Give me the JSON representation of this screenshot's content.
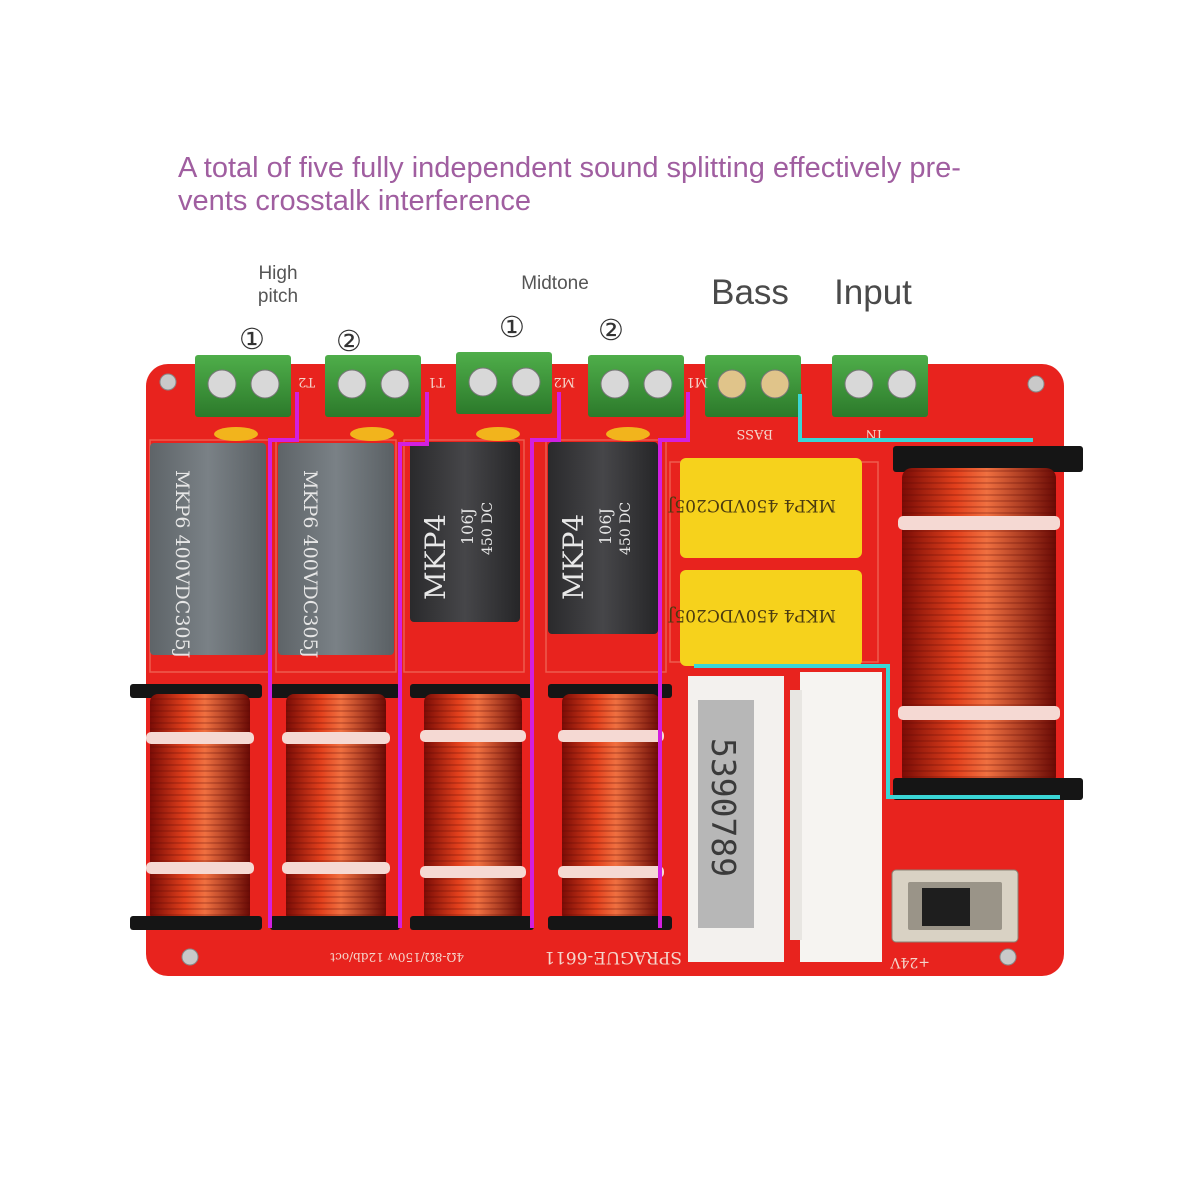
{
  "headline": {
    "line1": "A total of five fully independent sound splitting effectively pre-",
    "line2": "vents crosstalk interference"
  },
  "labels": {
    "high_pitch_line1": "High",
    "high_pitch_line2": "pitch",
    "midtone": "Midtone",
    "bass": "Bass",
    "input": "Input"
  },
  "markers": {
    "high_1": "①",
    "high_2": "②",
    "mid_1": "①",
    "mid_2": "②"
  },
  "board": {
    "color": "#e8231e",
    "model": "SPRAGUE-6611",
    "spec": "4Ω-8Ω/150w 12db/oct",
    "terminal_labels": [
      "T2",
      "T1",
      "M2",
      "M1",
      "BASS",
      "IN"
    ],
    "switch_label": "+24V"
  },
  "components": {
    "grey_caps": [
      "MKP6 400VDC305J",
      "MKP6 400VDC305J"
    ],
    "black_caps": [
      {
        "brand": "MKP4",
        "value": "106J",
        "voltage": "450 DC"
      },
      {
        "brand": "MKP4",
        "value": "106J",
        "voltage": "450 DC"
      }
    ],
    "yellow_caps": [
      "MKP4 450VDC205J",
      "MKP4 450VDC205J"
    ],
    "resistor_code": "5390789"
  },
  "colors": {
    "divider_magenta": "#d21fe0",
    "divider_cyan": "#3ad6d6",
    "headline": "#a05ea0"
  }
}
